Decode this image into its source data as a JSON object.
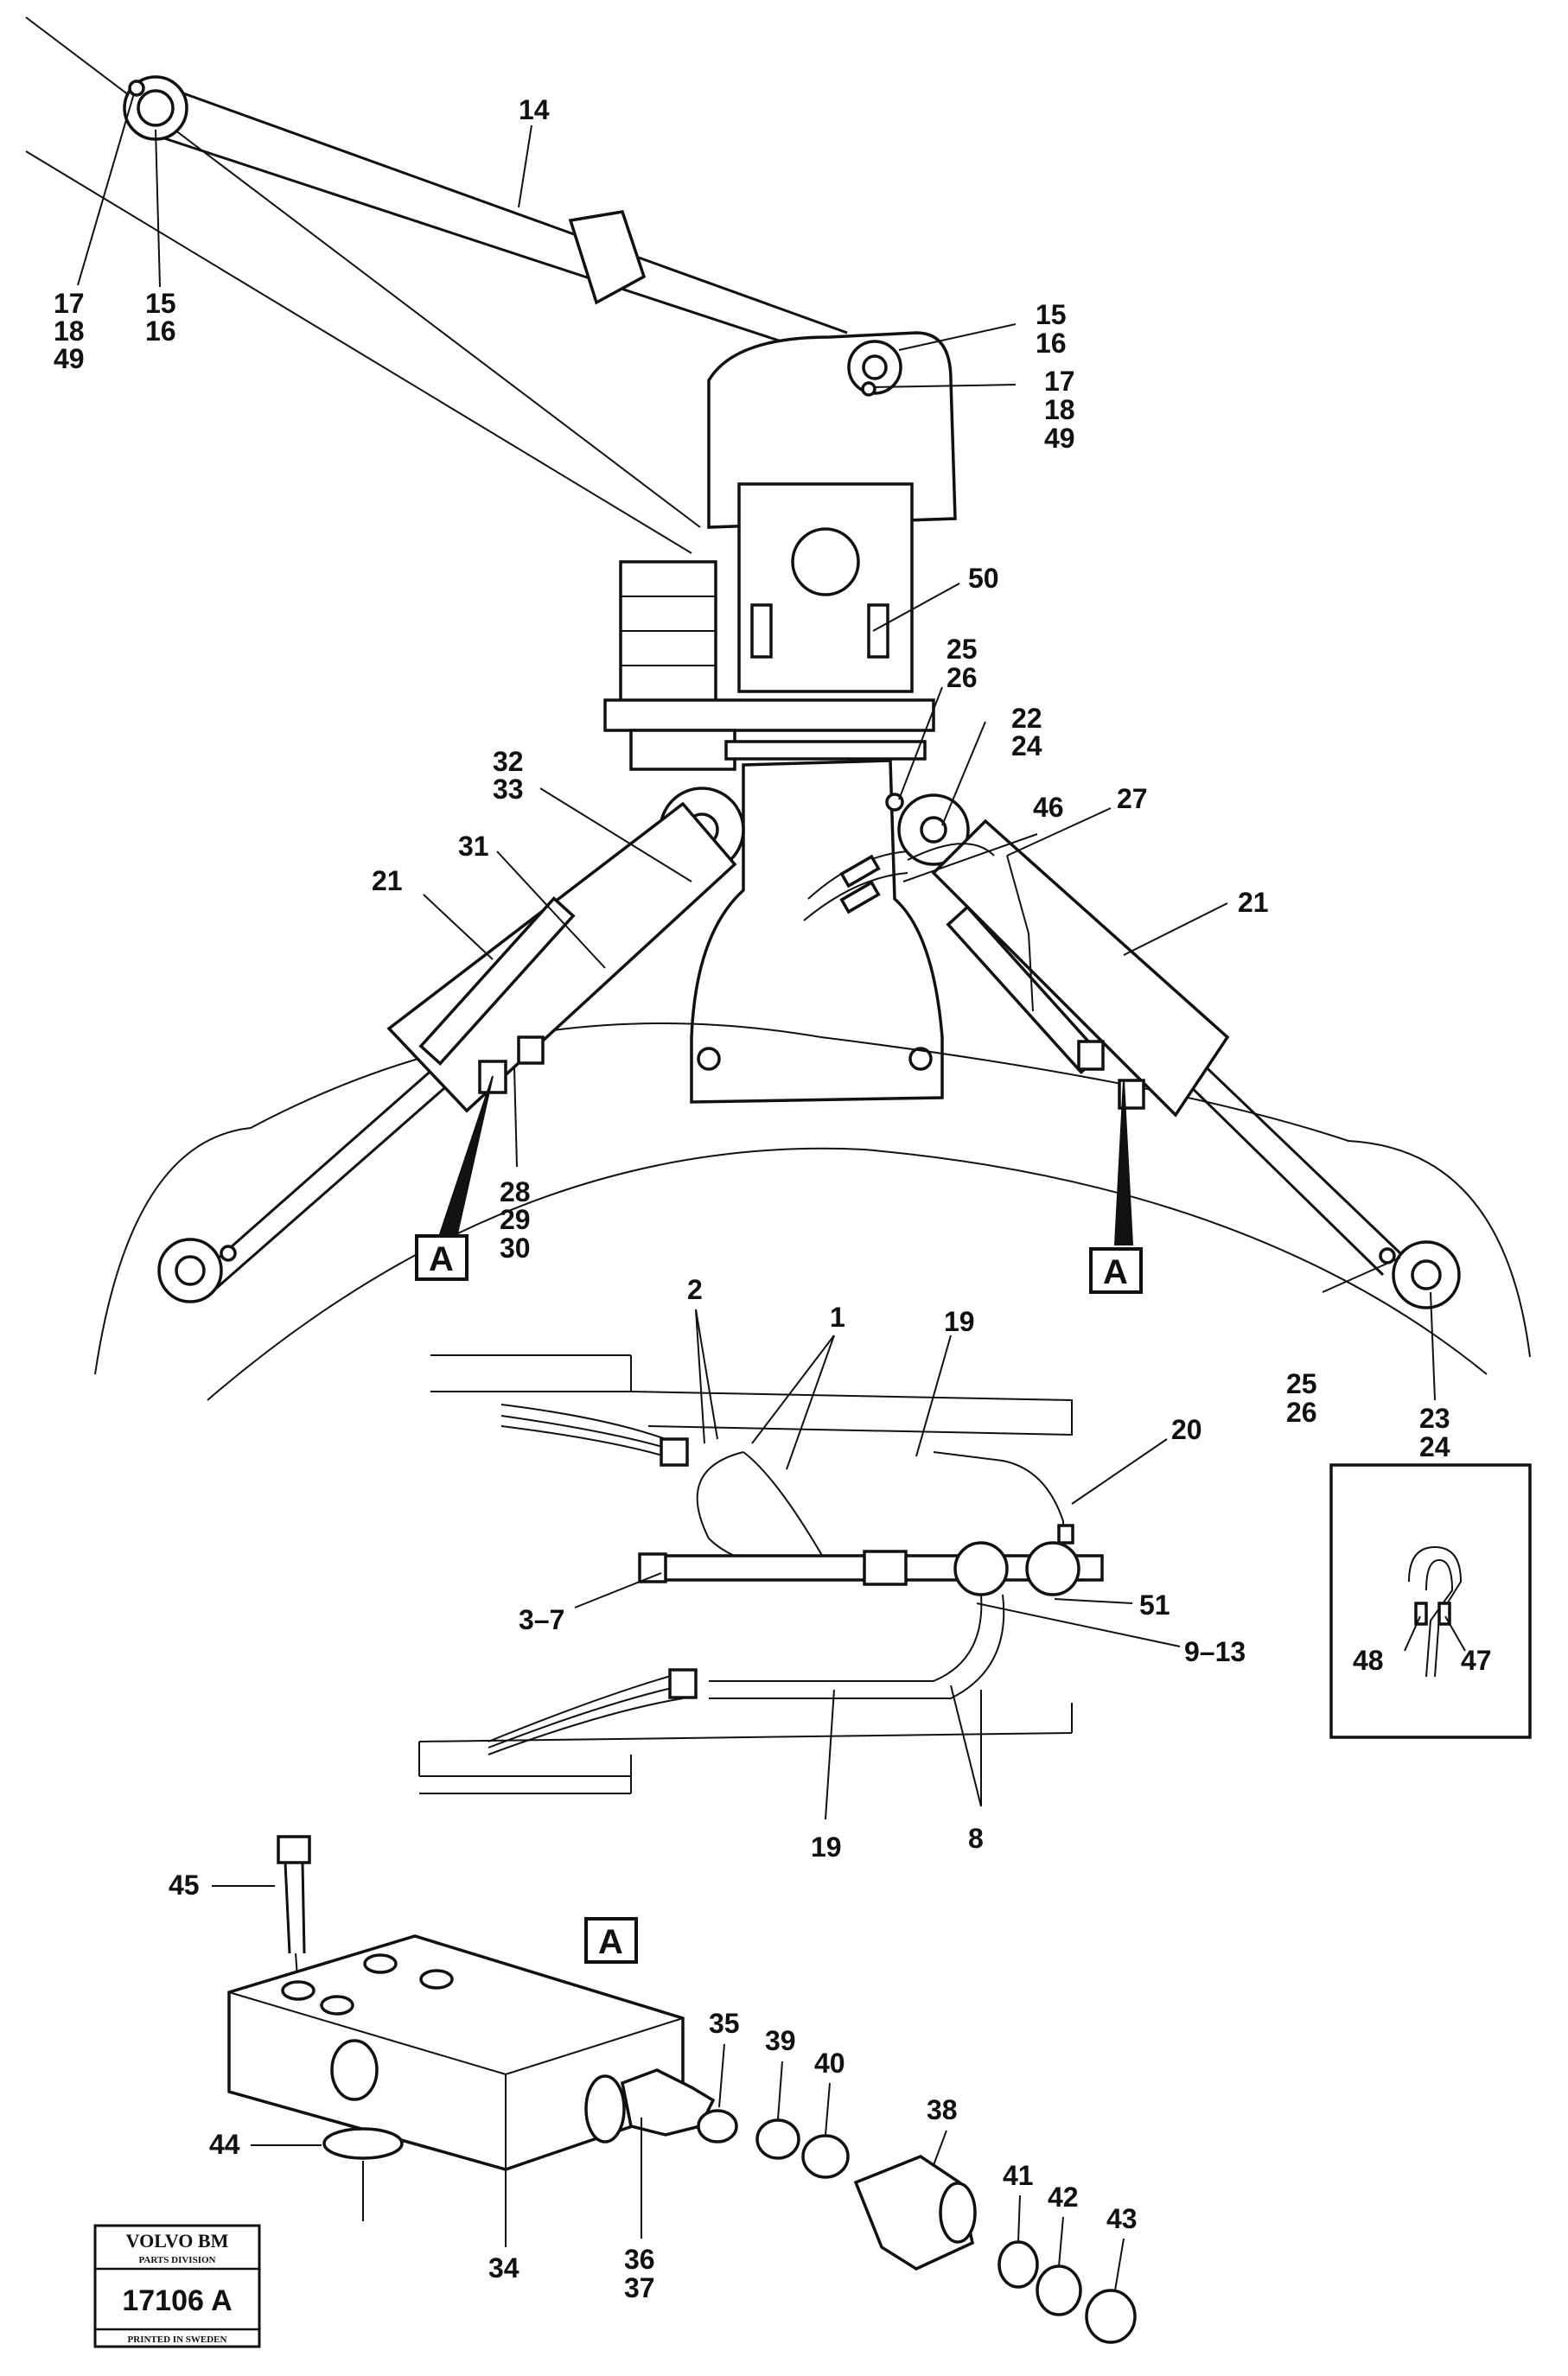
{
  "labels": {
    "l14": "14",
    "l17a": "17",
    "l18a": "18",
    "l49a": "49",
    "l15a": "15",
    "l16a": "16",
    "l15b": "15",
    "l16b": "16",
    "l17b": "17",
    "l18b": "18",
    "l49b": "49",
    "l50": "50",
    "l25a": "25",
    "l26a": "26",
    "l22": "22",
    "l24a": "24",
    "l32": "32",
    "l33": "33",
    "l46": "46",
    "l27": "27",
    "l31": "31",
    "l21a": "21",
    "l21b": "21",
    "l28": "28",
    "l29": "29",
    "l30": "30",
    "lA1": "A",
    "lA2": "A",
    "lA3": "A",
    "l2": "2",
    "l1": "1",
    "l19a": "19",
    "l20": "20",
    "l25b": "25",
    "l26b": "26",
    "l23": "23",
    "l24b": "24",
    "l3_7": "3–7",
    "l51": "51",
    "l9_13": "9–13",
    "l48": "48",
    "l47": "47",
    "l19b": "19",
    "l8": "8",
    "l45": "45",
    "l35": "35",
    "l39": "39",
    "l40": "40",
    "l38": "38",
    "l44": "44",
    "l41": "41",
    "l42": "42",
    "l43": "43",
    "l36": "36",
    "l37": "37",
    "l34": "34"
  },
  "stamp": {
    "brand": "VOLVO BM",
    "division": "PARTS DIVISION",
    "number": "17106 A",
    "printed": "PRINTED IN SWEDEN"
  }
}
